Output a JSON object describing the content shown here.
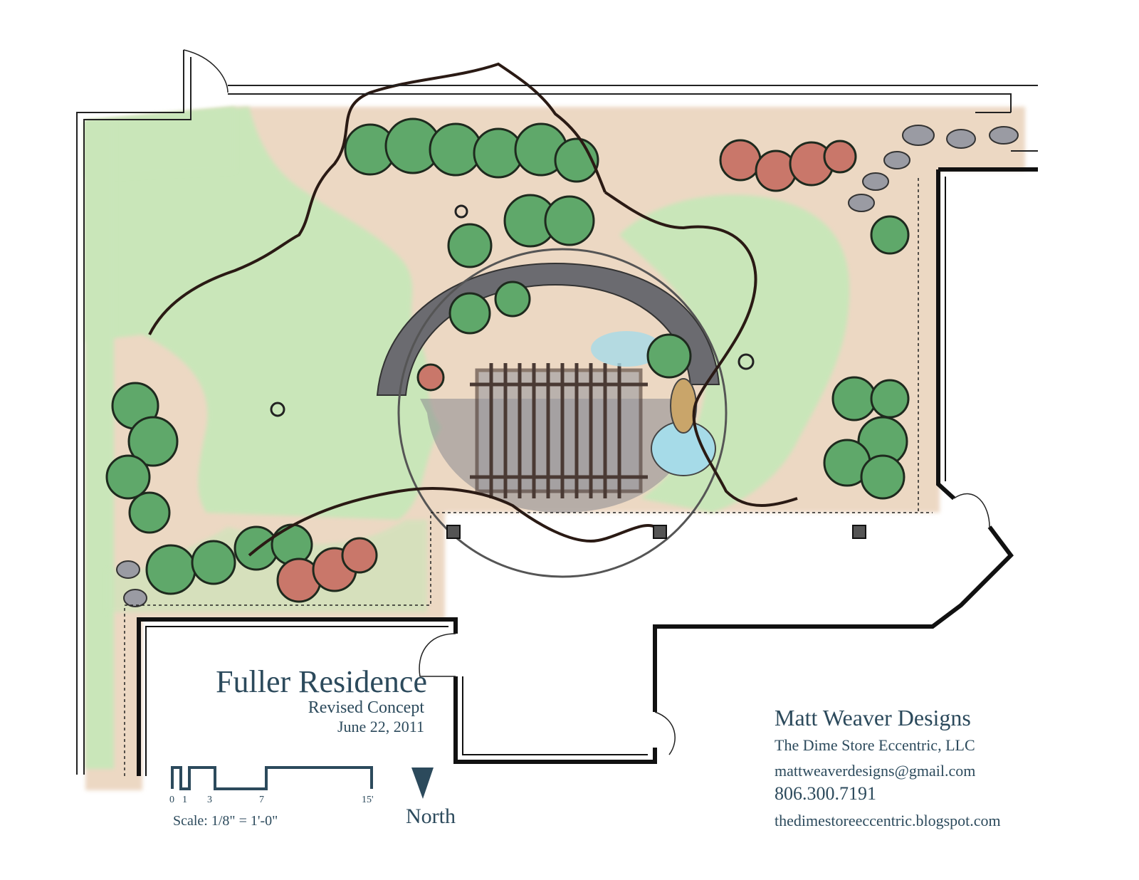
{
  "title_block": {
    "project": "Fuller Residence",
    "subtitle": "Revised Concept",
    "date": "June 22, 2011"
  },
  "scale_bar": {
    "ticks": [
      "0",
      "1",
      "3",
      "7",
      "15'"
    ],
    "label": "Scale: 1/8\" = 1'-0\""
  },
  "north_arrow": {
    "label": "North"
  },
  "firm": {
    "name": "Matt Weaver Designs",
    "company": "The Dime Store Eccentric, LLC",
    "email": "mattweaverdesigns@gmail.com",
    "phone": "806.300.7191",
    "website": "thedimestoreeccentric.blogspot.com"
  },
  "colors": {
    "lawn": "#c9e6b9",
    "mulch": "#e6cbb0",
    "shrub_green": "#5fa86a",
    "shrub_red": "#c9776a",
    "path_gray": "#6b6b70",
    "pergola": "#4a3a34",
    "water": "#a6dbe8",
    "text": "#2c4a5c"
  }
}
